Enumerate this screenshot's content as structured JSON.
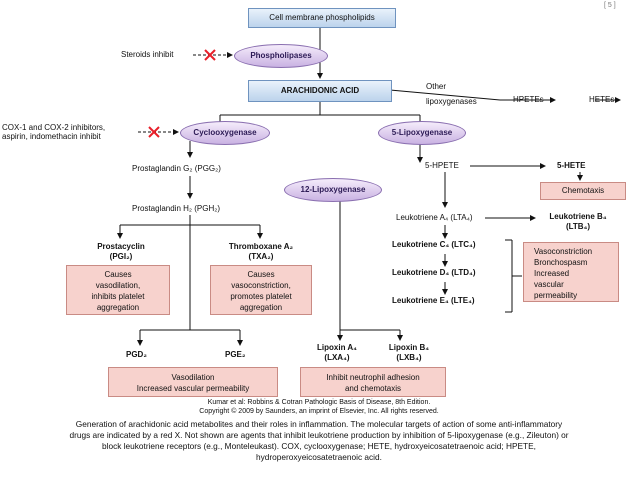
{
  "top_right_text": "[ 5 ]",
  "boxes": {
    "cell_membrane": "Cell membrane phospholipids",
    "arachidonic_acid": "ARACHIDONIC ACID"
  },
  "enzymes": {
    "phospholipases": "Phospholipases",
    "cyclooxygenase": "Cyclooxygenase",
    "lipoxygenase_5": "5-Lipoxygenase",
    "lipoxygenase_12": "12-Lipoxygenase"
  },
  "inhibitors": {
    "steroids": "Steroids inhibit",
    "cox_line1": "COX-1 and COX-2 inhibitors,",
    "cox_line2": "aspirin, indomethacin inhibit"
  },
  "other_lipoxygenases": {
    "line1": "Other",
    "line2": "lipoxygenases"
  },
  "hpetes": "HPETEs",
  "hetes": "HETEs",
  "cox_path": {
    "pgg2": "Prostaglandin G₂ (PGG₂)",
    "pgh2": "Prostaglandin H₂ (PGH₂)",
    "prostacyclin": {
      "line1": "Prostacyclin",
      "line2": "(PGI₂)"
    },
    "thromboxane": {
      "line1": "Thromboxane A₂",
      "line2": "(TXA₂)"
    },
    "pgi2_effect": {
      "line1": "Causes",
      "line2": "vasodilation,",
      "line3": "inhibits platelet",
      "line4": "aggregation"
    },
    "txa2_effect": {
      "line1": "Causes",
      "line2": "vasoconstriction,",
      "line3": "promotes platelet",
      "line4": "aggregation"
    },
    "pgd2": "PGD₂",
    "pge2": "PGE₂",
    "pg_effect": {
      "line1": "Vasodilation",
      "line2": "Increased vascular permeability"
    }
  },
  "lox_path": {
    "hpete5": "5-HPETE",
    "hete5": "5-HETE",
    "chemotaxis": "Chemotaxis",
    "lta4": "Leukotriene A₄ (LTA₄)",
    "ltb4": {
      "line1": "Leukotriene B₄",
      "line2": "(LTB₄)"
    },
    "ltc4": "Leukotriene C₄ (LTC₄)",
    "ltd4": "Leukotriene D₄ (LTD₄)",
    "lte4": "Leukotriene E₄ (LTE₄)",
    "lt_effect": {
      "line1": "Vasoconstriction",
      "line2": "Bronchospasm",
      "line3": "Increased",
      "line4": "vascular",
      "line5": "permeability"
    },
    "lxa4": {
      "line1": "Lipoxin A₄",
      "line2": "(LXA₄)"
    },
    "lxb4": {
      "line1": "Lipoxin B₄",
      "line2": "(LXB₄)"
    },
    "lx_effect": {
      "line1": "Inhibit neutrophil adhesion",
      "line2": "and chemotaxis"
    }
  },
  "citation": {
    "line1": "Kumar et al: Robbins & Cotran Pathologic Basis of Disease, 8th Edition.",
    "line2": "Copyright © 2009 by Saunders, an imprint of Elsevier, Inc. All rights reserved."
  },
  "caption": {
    "line1": "Generation of arachidonic acid metabolites and their roles in inflammation. The molecular targets of action of some anti-inflammatory",
    "line2": "drugs are indicated by a red X. Not shown are agents that inhibit leukotriene production by inhibition of 5-lipoxygenase (e.g., Zileuton) or",
    "line3": "block leukotriene receptors (e.g., Monteleukast). COX, cyclooxygenase; HETE, hydroxyeicosatetraenoic acid; HPETE,",
    "line4": "hydroperoxyeicosatetraenoic acid."
  },
  "colors": {
    "box_blue": "#bcd3ec",
    "oval_purple": "#c9b2e2",
    "effect_pink": "#f7d2cd",
    "inhibit_x": "#e8202a"
  }
}
